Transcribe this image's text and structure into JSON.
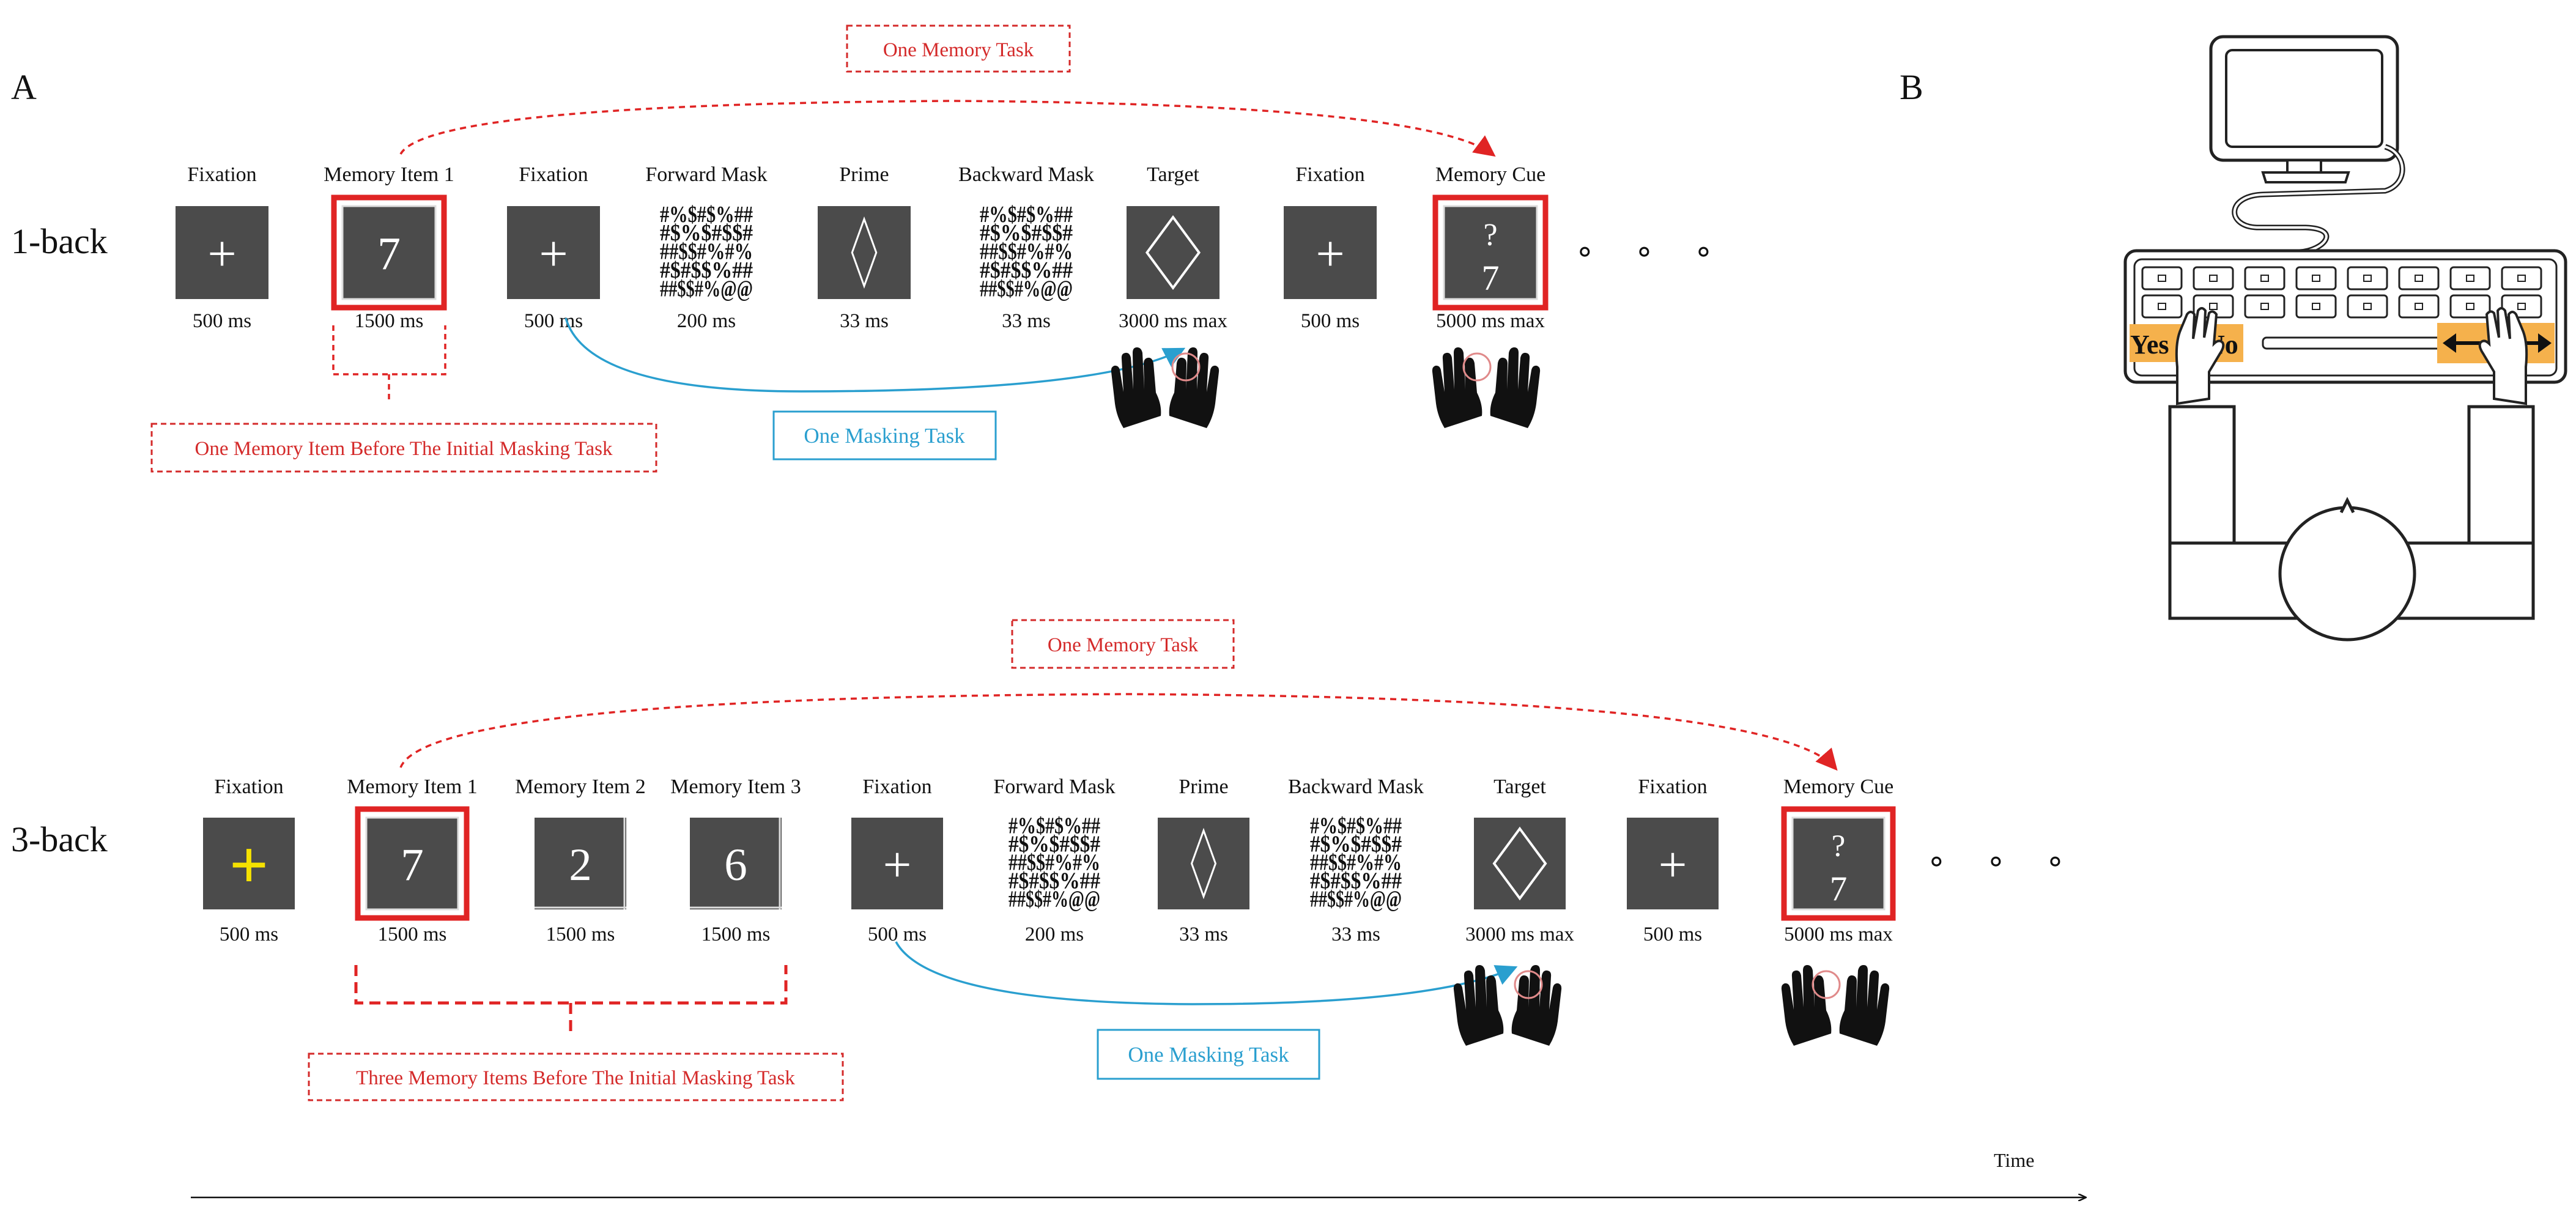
{
  "panel_a": "A",
  "panel_b": "B",
  "one_back": {
    "row_label": "1-back",
    "memory_task_label": "One Memory Task",
    "memory_items_label": "One Memory Item Before The Initial Masking Task",
    "masking_task_label": "One Masking Task",
    "frames": [
      {
        "label": "Fixation",
        "duration": "500 ms",
        "content": "+",
        "kind": "fixation"
      },
      {
        "label": "Memory Item 1",
        "duration": "1500 ms",
        "content": "7",
        "kind": "memory"
      },
      {
        "label": "Fixation",
        "duration": "500 ms",
        "content": "+",
        "kind": "fixation"
      },
      {
        "label": "Forward Mask",
        "duration": "200 ms",
        "content": "",
        "kind": "mask"
      },
      {
        "label": "Prime",
        "duration": "33 ms",
        "content": "",
        "kind": "prime"
      },
      {
        "label": "Backward Mask",
        "duration": "33 ms",
        "content": "",
        "kind": "mask"
      },
      {
        "label": "Target",
        "duration": "3000 ms max",
        "content": "",
        "kind": "target"
      },
      {
        "label": "Fixation",
        "duration": "500 ms",
        "content": "+",
        "kind": "fixation"
      },
      {
        "label": "Memory Cue",
        "duration": "5000 ms max",
        "content": "?\n7",
        "kind": "cue"
      }
    ],
    "ellipsis": "∘ ∘ ∘"
  },
  "three_back": {
    "row_label": "3-back",
    "memory_task_label": "One Memory Task",
    "memory_items_label": "Three Memory Items Before The Initial Masking Task",
    "masking_task_label": "One Masking Task",
    "frames": [
      {
        "label": "Fixation",
        "duration": "500 ms",
        "content": "+",
        "kind": "fixation-yellow"
      },
      {
        "label": "Memory Item 1",
        "duration": "1500 ms",
        "content": "7",
        "kind": "memory"
      },
      {
        "label": "Memory Item 2",
        "duration": "1500 ms",
        "content": "2",
        "kind": "memory-plain"
      },
      {
        "label": "Memory Item 3",
        "duration": "1500 ms",
        "content": "6",
        "kind": "memory-plain"
      },
      {
        "label": "Fixation",
        "duration": "500 ms",
        "content": "+",
        "kind": "fixation"
      },
      {
        "label": "Forward Mask",
        "duration": "200 ms",
        "content": "",
        "kind": "mask"
      },
      {
        "label": "Prime",
        "duration": "33 ms",
        "content": "",
        "kind": "prime"
      },
      {
        "label": "Backward Mask",
        "duration": "33 ms",
        "content": "",
        "kind": "mask"
      },
      {
        "label": "Target",
        "duration": "3000 ms max",
        "content": "",
        "kind": "target"
      },
      {
        "label": "Fixation",
        "duration": "500 ms",
        "content": "+",
        "kind": "fixation"
      },
      {
        "label": "Memory Cue",
        "duration": "5000 ms max",
        "content": "?\n7",
        "kind": "cue"
      }
    ],
    "ellipsis": "∘ ∘ ∘"
  },
  "mask_pattern": [
    "#%$#$%##",
    "#$%$#$$#",
    "##$$#%#%",
    "#$#$$%##",
    "##$$#%@@"
  ],
  "time_label": "Time",
  "keyboard": {
    "yes_key": "Yes",
    "no_key": "No"
  },
  "colors": {
    "screen": "#4b4b4b",
    "memory_frame": "#e02424",
    "annotation_red": "#d42a2a",
    "annotation_blue": "#2a9fcf",
    "fixation_yellow": "#f5e100",
    "key_highlight": "#f5b14c"
  },
  "icons": [
    "hands-icon",
    "monitor-icon",
    "keyboard-icon",
    "participant-icon"
  ]
}
